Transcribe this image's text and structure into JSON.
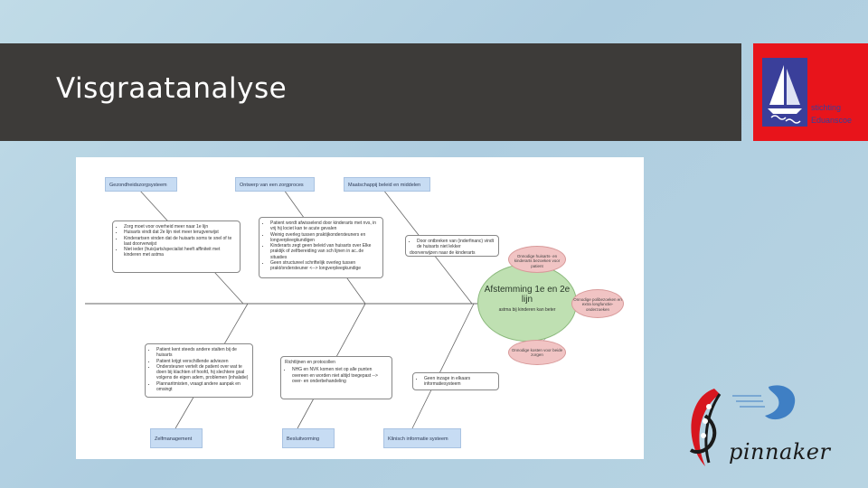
{
  "slide": {
    "title": "Visgraatanalyse"
  },
  "logo": {
    "line1": "stichting",
    "line2": "Eduanscoe"
  },
  "brand": {
    "name": "pinnaker"
  },
  "diagram": {
    "categories_top": [
      "Gezondheidszorgsysteem",
      "Ontwerp van een zorgproces",
      "Maatschappij beleid en middelen"
    ],
    "categories_bottom": [
      "Zelfmanagement",
      "Besluitvorming",
      "Klinisch informatie systeem"
    ],
    "note_a": [
      "Zorg moet voor overheid meer naar 1e lijn",
      "Huisarts vindt dat 2e lijn niet meer terugverwijst",
      "Kinderartsen vinden dat de huisarts soms te snel of te laat doorverwijst",
      "Niet ieder (huis)arts/specialist heeft affiniteit met kinderen met astma"
    ],
    "note_b": [
      "Patient wordt afwisselend door kinderarts met nvs, in vrij hij lociet kan te acute gevalen",
      "Weinig overleg tussen praktijkondersteuners en longverpleegkundigen",
      "Kinderarts zegt geen beleid van huisarts over Elke praktijk of zelfbereiding van sch lijnen in ac..de situaties",
      "Geen structureel schriftelijk overleg tussen prakt/ondersteuner <--> longverpleegkundige"
    ],
    "note_c": [
      "Door ontbreken van (inderfinanc) vindt de huisarts niet lekker",
      "doorverwijzen naar de kinderarts"
    ],
    "note_d": [
      "Patient kent steeds andere stalten bij de huisarts",
      "Patient krijgt verschillende adviezen",
      "Ondersteuner vertelt de patient over wat te doen bij klachten of hoofd, hij slechtere goal volgens de eigen adem, problemen (inhalatie)",
      "Plannaritmisten, vraagt andere aanpak en omsingt"
    ],
    "note_e": {
      "header": "Richtlijnen en protocollen",
      "items": [
        "NHG en NVK komen niet op alle punten overeen en worden niet altijd toegepast --> over- en onderbehandeling"
      ]
    },
    "note_f": [
      "Geen inzage in elkaars informatiesysteem"
    ],
    "head": {
      "title": "Afstemming 1e en 2e lijn",
      "subtitle": "astma bij kinderen kan beter"
    },
    "pink_1": "Onnodige huisarts- en kinderarts bezoeken voor patient",
    "pink_2": "Onnodige polibezoeken en extra longfunctie-onderzoeken",
    "pink_3": "Onnodige kosten voor beide zorgen"
  }
}
